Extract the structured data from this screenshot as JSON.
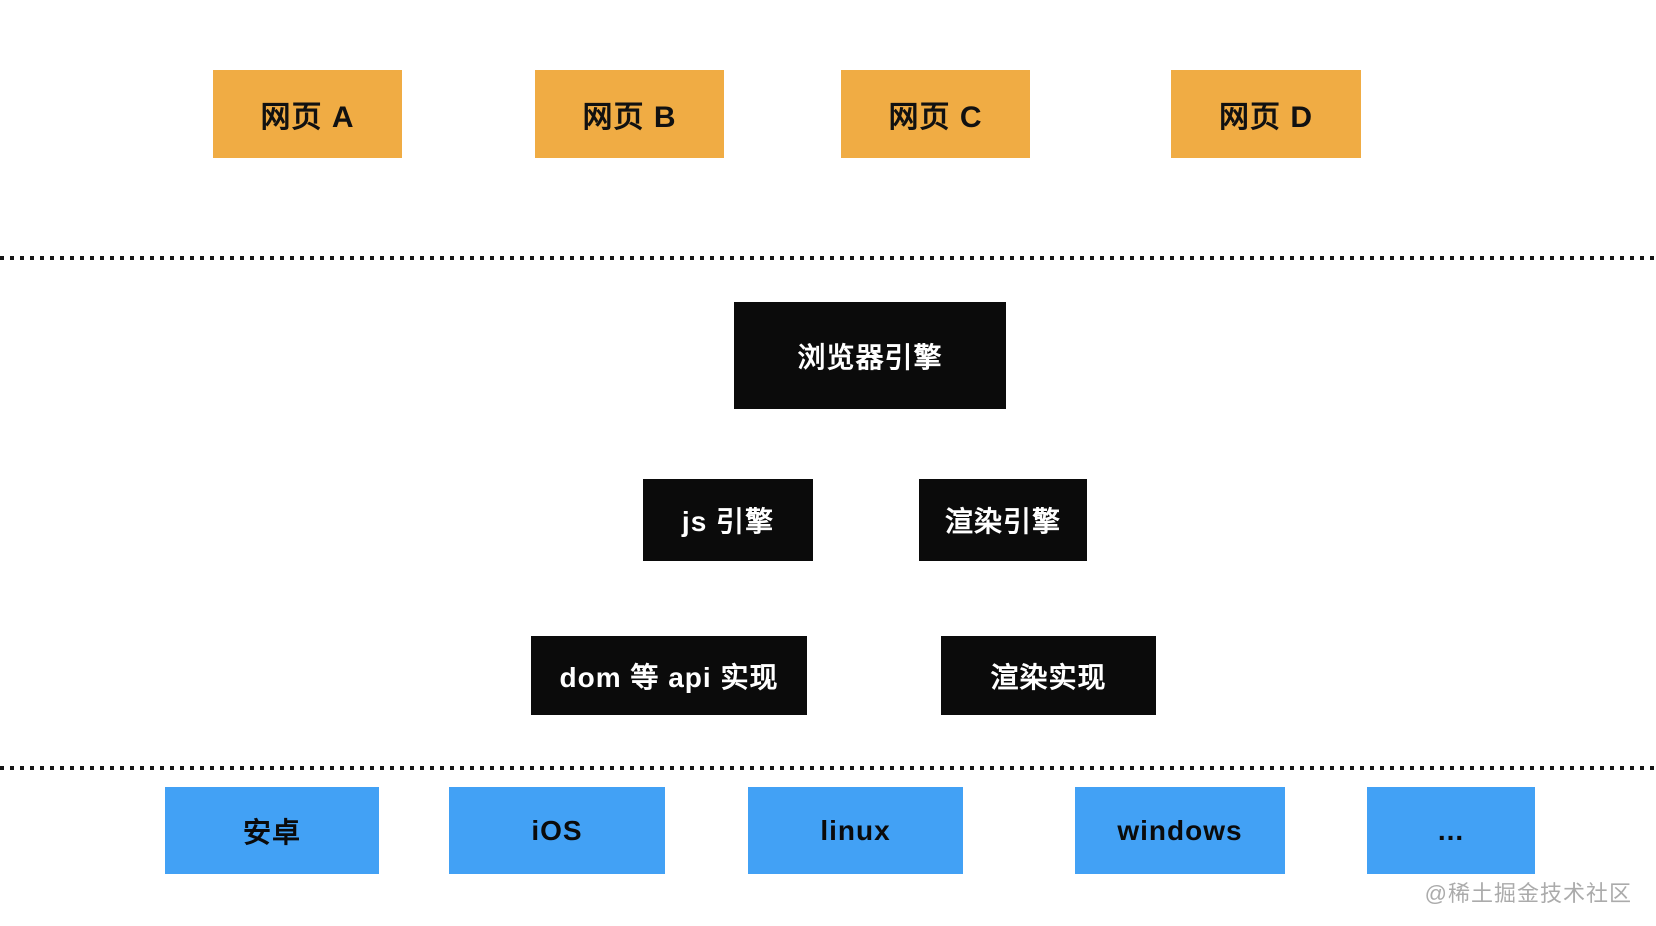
{
  "title_row": {
    "items": [
      "网页 A",
      "网页 B",
      "网页 C",
      "网页 D"
    ]
  },
  "engine": {
    "main": "浏览器引擎",
    "sub": [
      "js 引擎",
      "渲染引擎"
    ],
    "impl": [
      "dom 等 api 实现",
      "渲染实现"
    ]
  },
  "platforms": {
    "items": [
      "安卓",
      "iOS",
      "linux",
      "windows",
      "..."
    ]
  },
  "watermark": {
    "text": "@稀土掘金技术社区"
  },
  "colors": {
    "webpage_box": "#F0AC44",
    "engine_box": "#0B0B0B",
    "platform_box": "#42A1F5",
    "separator_dots": "#151515",
    "watermark_text": "#ABABAB",
    "background": "#FFFFFF"
  }
}
